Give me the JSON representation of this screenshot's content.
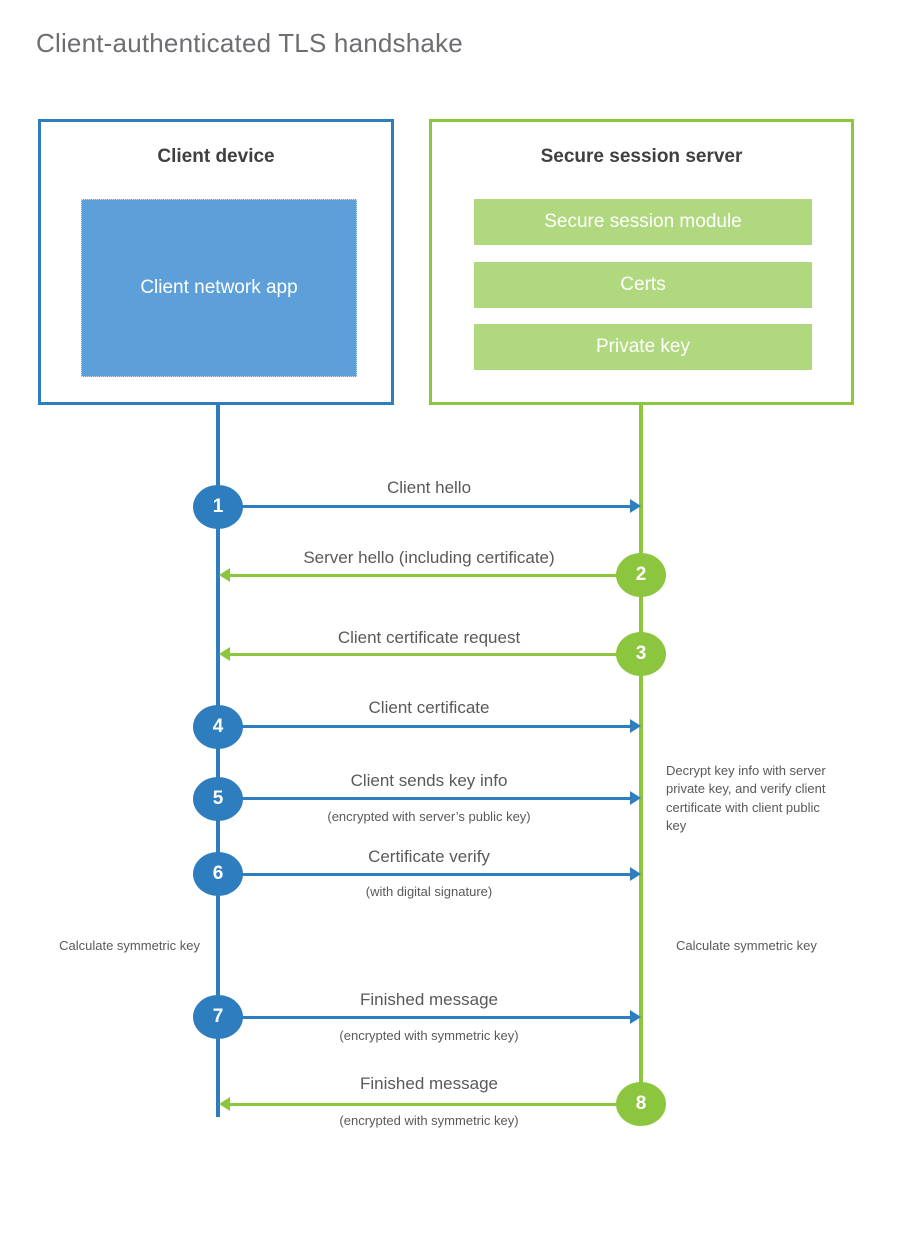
{
  "title": "Client-authenticated TLS handshake",
  "colors": {
    "client_blue": "#2e7dbf",
    "client_app_fill": "#5d9fd8",
    "server_green": "#8cc63e",
    "server_bar_fill": "#b0d87f",
    "text_gray": "#58595b",
    "heading_dark": "#404041"
  },
  "client": {
    "title": "Client device",
    "app_label": "Client network app"
  },
  "server": {
    "title": "Secure session server",
    "modules": [
      "Secure session module",
      "Certs",
      "Private key"
    ]
  },
  "steps": [
    {
      "number": "1",
      "label": "Client hello",
      "sublabel": "",
      "direction": "right",
      "color": "blue"
    },
    {
      "number": "2",
      "label": "Server hello (including certificate)",
      "sublabel": "",
      "direction": "left",
      "color": "green"
    },
    {
      "number": "3",
      "label": "Client certificate request",
      "sublabel": "",
      "direction": "left",
      "color": "green"
    },
    {
      "number": "4",
      "label": "Client certificate",
      "sublabel": "",
      "direction": "right",
      "color": "blue"
    },
    {
      "number": "5",
      "label": "Client sends key info",
      "sublabel": "(encrypted with server’s public key)",
      "direction": "right",
      "color": "blue"
    },
    {
      "number": "6",
      "label": "Certificate verify",
      "sublabel": "(with digital signature)",
      "direction": "right",
      "color": "blue"
    },
    {
      "number": "7",
      "label": "Finished message",
      "sublabel": "(encrypted with symmetric key)",
      "direction": "right",
      "color": "blue"
    },
    {
      "number": "8",
      "label": "Finished message",
      "sublabel": "(encrypted with symmetric key)",
      "direction": "left",
      "color": "green"
    }
  ],
  "notes": {
    "server_decrypt": "Decrypt key info with server private key, and verify client certificate with client public key",
    "client_calculate": "Calculate symmetric key",
    "server_calculate": "Calculate symmetric key"
  }
}
